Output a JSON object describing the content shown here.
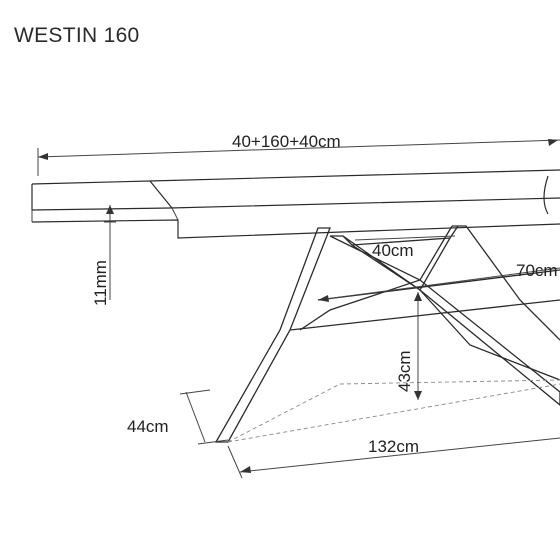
{
  "title": "WESTIN 160",
  "dimensions": {
    "total_length": "40+160+40cm",
    "top_thickness": "11mm",
    "leg_inner_gap": "40cm",
    "leg_span_partial": "70cm",
    "height": "43cm",
    "foot_depth": "44cm",
    "foot_length": "132cm"
  }
}
